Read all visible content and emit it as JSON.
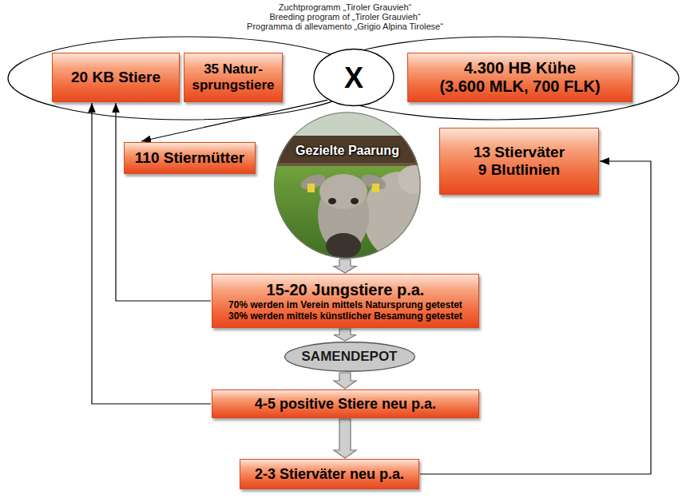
{
  "diagram": {
    "title": "Zuchtprogramm „Tiroler Grauvieh“",
    "nodes": [
      {
        "text": [
          "20 KB Stiere"
        ]
      },
      {
        "text": [
          "35 Natur- sprungstiere"
        ]
      },
      {
        "text": [
          "X"
        ]
      },
      {
        "text": [
          "4.300 HB Kühe",
          "(3.600 MLK, 700 FLK)"
        ]
      },
      {
        "text": [
          "110 Stiermütter"
        ]
      },
      {
        "text": [
          "Gezielte Paarung"
        ]
      },
      {
        "text": [
          "13 Stierväter",
          "9 Blutlinien"
        ]
      },
      {
        "text": [
          "15-20 Jungstiere p.a.",
          "70% werden im Verein mittels Natursprung getestet",
          "30% werden mittels künstlicher Besamung getestet"
        ]
      },
      {
        "text": [
          "SAMENDEPOT"
        ]
      },
      {
        "text": [
          "4-5 positive Stiere neu p.a."
        ]
      },
      {
        "text": [
          "2-3 Stierväter neu p.a."
        ]
      }
    ],
    "edges": [
      {
        "from": 2,
        "to": 4,
        "arrow": "to"
      },
      {
        "from": 5,
        "to": 7,
        "arrow": "to"
      },
      {
        "from": 7,
        "to": 8,
        "arrow": "to"
      },
      {
        "from": 8,
        "to": 9,
        "arrow": "to"
      },
      {
        "from": 9,
        "to": 10,
        "arrow": "to"
      },
      {
        "from": 7,
        "to": 0,
        "arrow": "to"
      },
      {
        "from": 9,
        "to": 0,
        "arrow": "to"
      },
      {
        "from": 10,
        "to": 6,
        "arrow": "to"
      }
    ],
    "labels": [
      "Breeding program of „Tiroler Grauvieh“",
      "Programma di allevamento „Grigio Alpina Tirolese“"
    ]
  }
}
